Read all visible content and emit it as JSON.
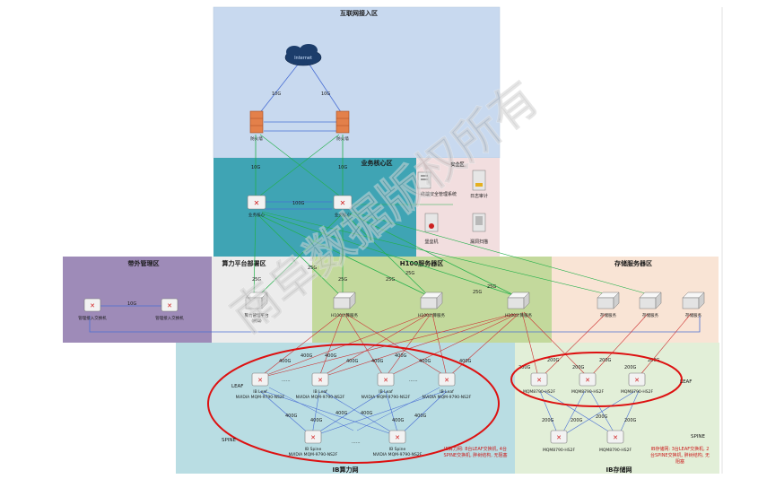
{
  "zones": {
    "internet_access": "互联网接入区",
    "business_core": "业务核心区",
    "security": "安全区",
    "out_of_band": "带外管理区",
    "platform_deploy": "算力平台部署区",
    "h100_servers": "H100服务器区",
    "storage_servers": "存储服务器区",
    "ib_compute": "IB算力网",
    "ib_storage": "IB存储网"
  },
  "nodes": {
    "internet": "Internet",
    "firewall_1": "防火墙",
    "firewall_2": "防火墙",
    "core_1": "业务核心",
    "core_2": "业务核心",
    "security_mgmt": "终端安全管理系统",
    "log_audit": "日志审计",
    "bastion": "堡垒机",
    "vuln_scan": "漏洞扫描",
    "oob_switch_1": "管理接入交换机",
    "oob_switch_2": "管理接入交换机",
    "platform_server": "算力管理平台",
    "platform_server_sub": "(例如)",
    "h100_1": "H100计算服务",
    "h100_2": "H100计算服务",
    "h100_3": "H100计算服务",
    "storage_1": "存储服务",
    "storage_2": "存储服务",
    "storage_3": "存储服务",
    "ib_leaf_1": [
      "IB Leaf",
      "NVIDIA MQM-9790-NS2F"
    ],
    "ib_leaf_2": [
      "IB Leaf",
      "NVIDIA MQM-9790-NS2F"
    ],
    "ib_leaf_3": [
      "IB Leaf",
      "NVIDIA MQM-9790-NS2F"
    ],
    "ib_leaf_4": [
      "IB Leaf",
      "NVIDIA MQM-9790-NS2F"
    ],
    "ib_spine_1": [
      "IB Spine",
      "NVIDIA MQM-9790-NS2F"
    ],
    "ib_spine_2": [
      "IB Spine",
      "NVIDIA MQM-9790-NS2F"
    ],
    "st_leaf_1": "MQM8790-HS2F",
    "st_leaf_2": "MQM8790-HS2F",
    "st_leaf_3": "MQM8790-HS2F",
    "st_spine_1": "MQM8790-HS2F",
    "st_spine_2": "MQM8790-HS2F"
  },
  "link_labels": {
    "g10": "10G",
    "g100": "100G",
    "g25": "25G",
    "g200": "200G",
    "g400": "400G",
    "dots": "......"
  },
  "side_labels": {
    "leaf": "LEAF",
    "spine": "SPINE"
  },
  "notes": {
    "compute": [
      "IB算力网: 8台LEAF交换机, 4台",
      "SPINE交换机, 胖树结构, 无阻塞"
    ],
    "storage": [
      "IB存储网: 3台LEAF交换机, 2",
      "台SPINE交换机, 胖树结构, 无",
      "阻塞"
    ]
  },
  "watermark": "南阜数据版权所有",
  "colors": {
    "internet_zone": "#c8d9ef",
    "core_zone": "#3fa4b4",
    "security_zone": "#f2dedf",
    "oob_zone": "#9e8bb8",
    "platform_zone": "#ececec",
    "h100_zone": "#c3d99c",
    "storage_zone": "#f9e4d5",
    "ib_compute_zone": "#b9dde3",
    "ib_storage_zone": "#e2efd8",
    "green_link": "#22b04a",
    "red_link": "#cc3333",
    "blue_link": "#4a6fd4",
    "ellipse": "#dd1111"
  }
}
